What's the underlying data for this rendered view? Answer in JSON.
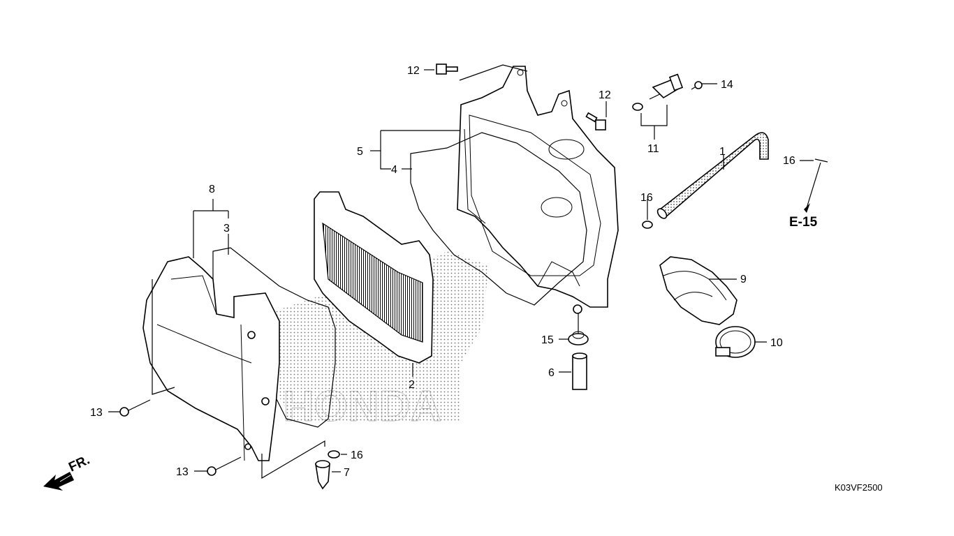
{
  "diagram_code": "K03VF2500",
  "front_label": "FR.",
  "reference_label": "E-15",
  "callouts": {
    "c1": "1",
    "c2": "2",
    "c3": "3",
    "c4": "4",
    "c5": "5",
    "c6": "6",
    "c7": "7",
    "c8": "8",
    "c9": "9",
    "c10": "10",
    "c11": "11",
    "c12a": "12",
    "c12b": "12",
    "c13a": "13",
    "c13b": "13",
    "c14": "14",
    "c15": "15",
    "c16a": "16",
    "c16b": "16",
    "c16c": "16"
  },
  "colors": {
    "line": "#000000",
    "background": "#ffffff",
    "dot_pattern": "#000000"
  },
  "icons": [
    "front-direction-arrow-icon"
  ]
}
